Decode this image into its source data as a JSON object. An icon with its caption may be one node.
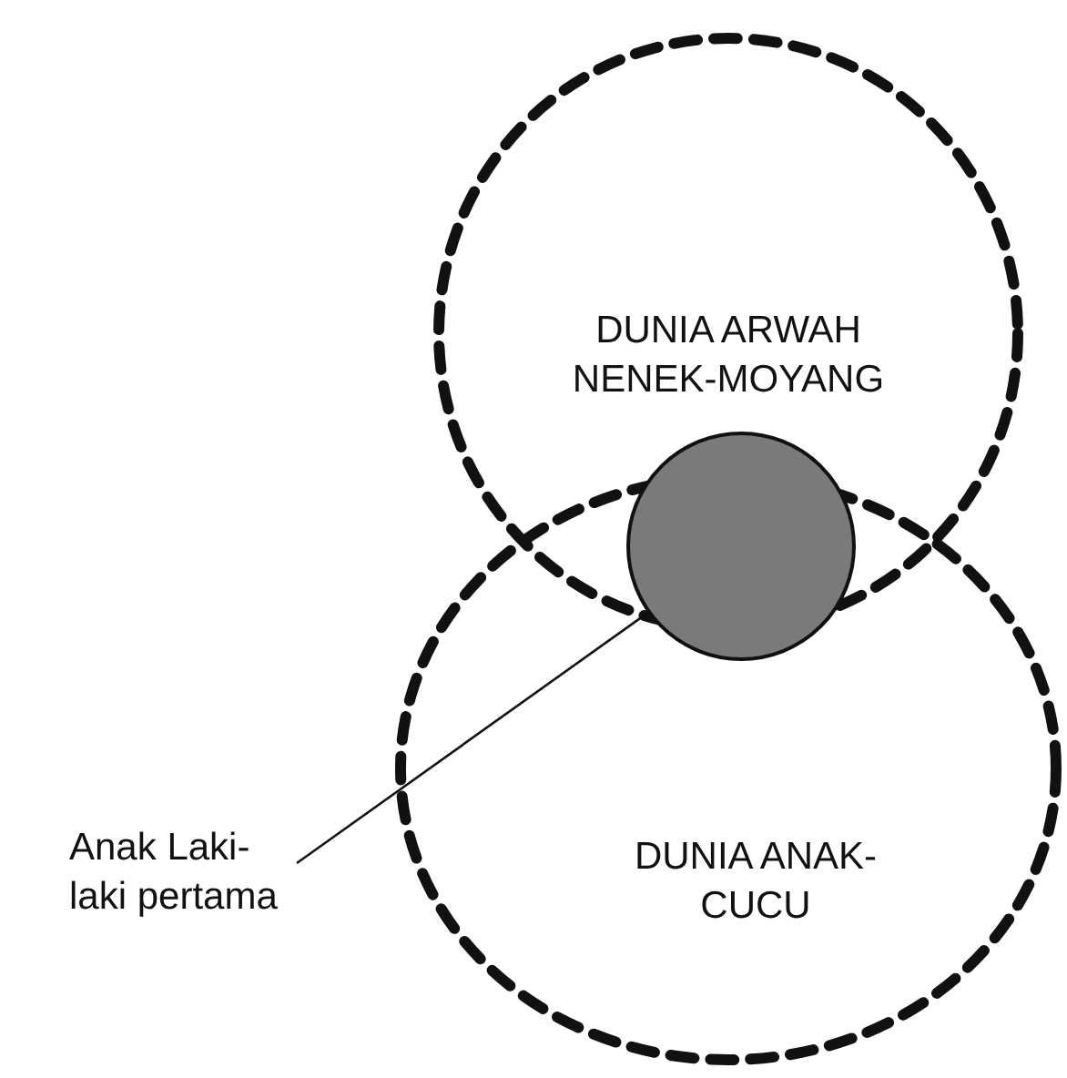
{
  "diagram": {
    "nodes": [
      {
        "text": [
          "DUNIA ARWAH NENEK-MOYANG"
        ]
      },
      {
        "text": [
          "DUNIA ANAK-CUCU"
        ]
      },
      {
        "text": [],
        "shape": "circle"
      },
      {
        "text": [
          "Anak Laki- laki pertama"
        ]
      }
    ],
    "edges": [
      {
        "from": 3,
        "to": 2,
        "arrow": "none"
      }
    ]
  }
}
